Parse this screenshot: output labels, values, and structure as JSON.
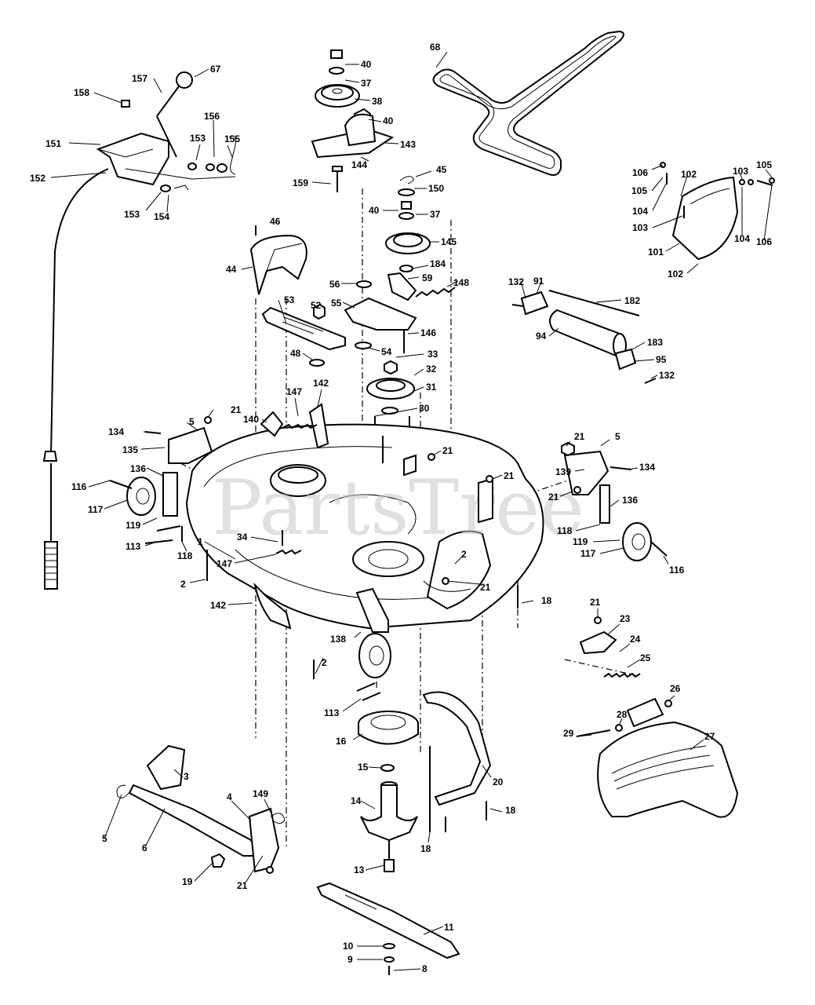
{
  "watermark": "PartsTree",
  "callouts": [
    {
      "id": "c-68",
      "text": "68"
    },
    {
      "id": "c-40a",
      "text": "40"
    },
    {
      "id": "c-37a",
      "text": "37"
    },
    {
      "id": "c-38",
      "text": "38"
    },
    {
      "id": "c-40b",
      "text": "40"
    },
    {
      "id": "c-143",
      "text": "143"
    },
    {
      "id": "c-144",
      "text": "144"
    },
    {
      "id": "c-159",
      "text": "159"
    },
    {
      "id": "c-45",
      "text": "45"
    },
    {
      "id": "c-150",
      "text": "150"
    },
    {
      "id": "c-40c",
      "text": "40"
    },
    {
      "id": "c-37b",
      "text": "37"
    },
    {
      "id": "c-145",
      "text": "145"
    },
    {
      "id": "c-184",
      "text": "184"
    },
    {
      "id": "c-59",
      "text": "59"
    },
    {
      "id": "c-148",
      "text": "148"
    },
    {
      "id": "c-56",
      "text": "56"
    },
    {
      "id": "c-55",
      "text": "55"
    },
    {
      "id": "c-146",
      "text": "146"
    },
    {
      "id": "c-54",
      "text": "54"
    },
    {
      "id": "c-33",
      "text": "33"
    },
    {
      "id": "c-32",
      "text": "32"
    },
    {
      "id": "c-31",
      "text": "31"
    },
    {
      "id": "c-30",
      "text": "30"
    },
    {
      "id": "c-158",
      "text": "158"
    },
    {
      "id": "c-157",
      "text": "157"
    },
    {
      "id": "c-67",
      "text": "67"
    },
    {
      "id": "c-156",
      "text": "156"
    },
    {
      "id": "c-153a",
      "text": "153"
    },
    {
      "id": "c-155",
      "text": "155"
    },
    {
      "id": "c-151",
      "text": "151"
    },
    {
      "id": "c-152",
      "text": "152"
    },
    {
      "id": "c-153b",
      "text": "153"
    },
    {
      "id": "c-154",
      "text": "154"
    },
    {
      "id": "c-46",
      "text": "46"
    },
    {
      "id": "c-44",
      "text": "44"
    },
    {
      "id": "c-53",
      "text": "53"
    },
    {
      "id": "c-52",
      "text": "52"
    },
    {
      "id": "c-48",
      "text": "48"
    },
    {
      "id": "c-147a",
      "text": "147"
    },
    {
      "id": "c-142a",
      "text": "142"
    },
    {
      "id": "c-140",
      "text": "140"
    },
    {
      "id": "c-21a",
      "text": "21"
    },
    {
      "id": "c-5a",
      "text": "5"
    },
    {
      "id": "c-134a",
      "text": "134"
    },
    {
      "id": "c-135",
      "text": "135"
    },
    {
      "id": "c-136a",
      "text": "136"
    },
    {
      "id": "c-116a",
      "text": "116"
    },
    {
      "id": "c-117a",
      "text": "117"
    },
    {
      "id": "c-119a",
      "text": "119"
    },
    {
      "id": "c-113a",
      "text": "113"
    },
    {
      "id": "c-118a",
      "text": "118"
    },
    {
      "id": "c-1",
      "text": "1"
    },
    {
      "id": "c-34",
      "text": "34"
    },
    {
      "id": "c-147b",
      "text": "147"
    },
    {
      "id": "c-2a",
      "text": "2"
    },
    {
      "id": "c-142b",
      "text": "142"
    },
    {
      "id": "c-21b",
      "text": "21"
    },
    {
      "id": "c-21c",
      "text": "21"
    },
    {
      "id": "c-21d",
      "text": "21"
    },
    {
      "id": "c-5b",
      "text": "5"
    },
    {
      "id": "c-139",
      "text": "139"
    },
    {
      "id": "c-134b",
      "text": "134"
    },
    {
      "id": "c-21e",
      "text": "21"
    },
    {
      "id": "c-136b",
      "text": "136"
    },
    {
      "id": "c-118b",
      "text": "118"
    },
    {
      "id": "c-119b",
      "text": "119"
    },
    {
      "id": "c-117b",
      "text": "117"
    },
    {
      "id": "c-116b",
      "text": "116"
    },
    {
      "id": "c-2b",
      "text": "2"
    },
    {
      "id": "c-21f",
      "text": "21"
    },
    {
      "id": "c-18a",
      "text": "18"
    },
    {
      "id": "c-138",
      "text": "138"
    },
    {
      "id": "c-2c",
      "text": "2"
    },
    {
      "id": "c-132a",
      "text": "132"
    },
    {
      "id": "c-91",
      "text": "91"
    },
    {
      "id": "c-182",
      "text": "182"
    },
    {
      "id": "c-94",
      "text": "94"
    },
    {
      "id": "c-183",
      "text": "183"
    },
    {
      "id": "c-95",
      "text": "95"
    },
    {
      "id": "c-132b",
      "text": "132"
    },
    {
      "id": "c-106a",
      "text": "106"
    },
    {
      "id": "c-102a",
      "text": "102"
    },
    {
      "id": "c-103a",
      "text": "103"
    },
    {
      "id": "c-105a",
      "text": "105"
    },
    {
      "id": "c-105b",
      "text": "105"
    },
    {
      "id": "c-104a",
      "text": "104"
    },
    {
      "id": "c-103b",
      "text": "103"
    },
    {
      "id": "c-104b",
      "text": "104"
    },
    {
      "id": "c-106b",
      "text": "106"
    },
    {
      "id": "c-101",
      "text": "101"
    },
    {
      "id": "c-102b",
      "text": "102"
    },
    {
      "id": "c-21g",
      "text": "21"
    },
    {
      "id": "c-23",
      "text": "23"
    },
    {
      "id": "c-24",
      "text": "24"
    },
    {
      "id": "c-25",
      "text": "25"
    },
    {
      "id": "c-26a",
      "text": "26"
    },
    {
      "id": "c-28",
      "text": "28"
    },
    {
      "id": "c-29",
      "text": "29"
    },
    {
      "id": "c-27",
      "text": "27"
    },
    {
      "id": "c-113b",
      "text": "113"
    },
    {
      "id": "c-16",
      "text": "16"
    },
    {
      "id": "c-15",
      "text": "15"
    },
    {
      "id": "c-14",
      "text": "14"
    },
    {
      "id": "c-20",
      "text": "20"
    },
    {
      "id": "c-18b",
      "text": "18"
    },
    {
      "id": "c-18c",
      "text": "18"
    },
    {
      "id": "c-13",
      "text": "13"
    },
    {
      "id": "c-11",
      "text": "11"
    },
    {
      "id": "c-10",
      "text": "10"
    },
    {
      "id": "c-9",
      "text": "9"
    },
    {
      "id": "c-8",
      "text": "8"
    },
    {
      "id": "c-3",
      "text": "3"
    },
    {
      "id": "c-5c",
      "text": "5"
    },
    {
      "id": "c-6",
      "text": "6"
    },
    {
      "id": "c-4",
      "text": "4"
    },
    {
      "id": "c-149",
      "text": "149"
    },
    {
      "id": "c-19",
      "text": "19"
    },
    {
      "id": "c-21h",
      "text": "21"
    }
  ]
}
